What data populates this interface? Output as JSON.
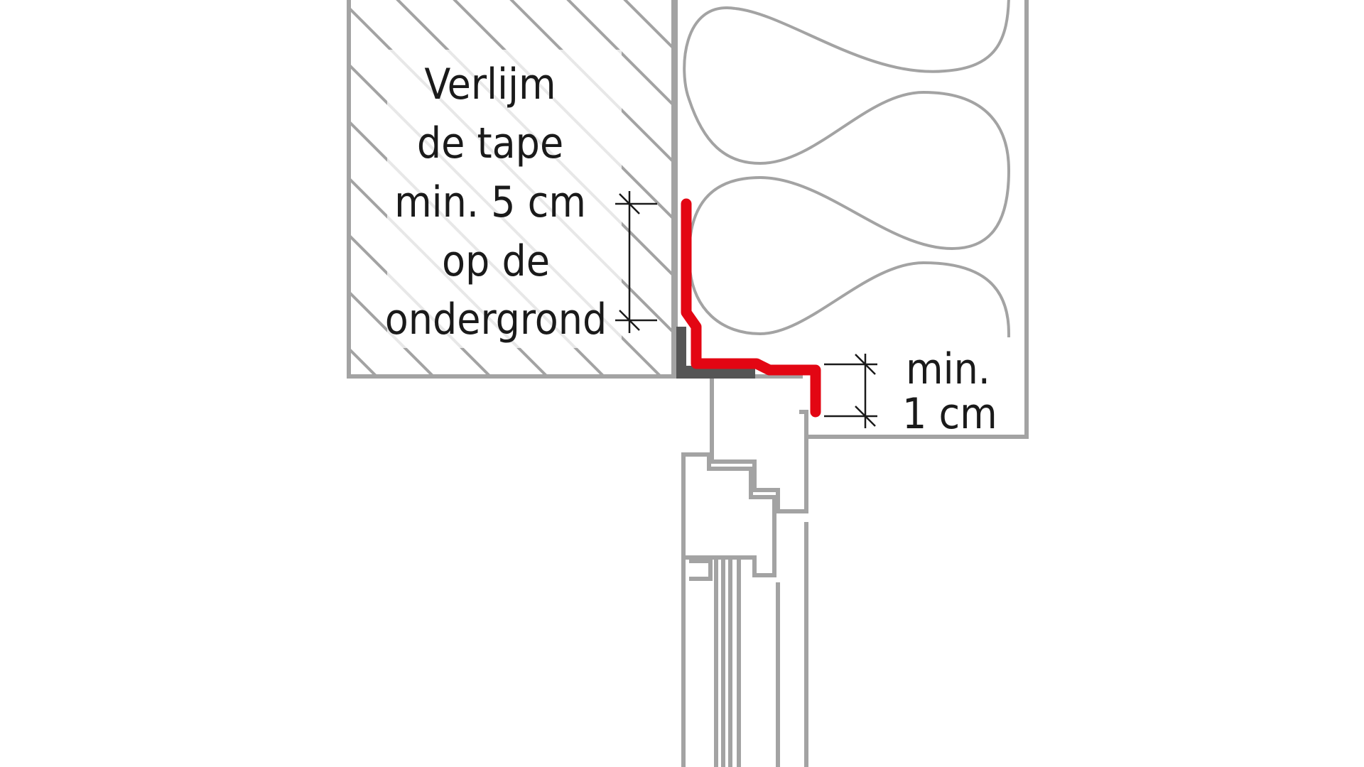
{
  "instruction_text": {
    "line1": "Verlijm",
    "line2": "de tape",
    "line3": "min. 5 cm",
    "line4": "op de",
    "line5": "ondergrond"
  },
  "overlap_text": {
    "line1": "min.",
    "line2": "1 cm"
  },
  "colors": {
    "tape": "#e30613",
    "outline": "#a3a3a3",
    "hatch": "#a3a3a3",
    "insulation": "#a3a3a3",
    "dimension": "#1a1a1a",
    "text": "#1a1a1a",
    "sealant": "#555555"
  }
}
